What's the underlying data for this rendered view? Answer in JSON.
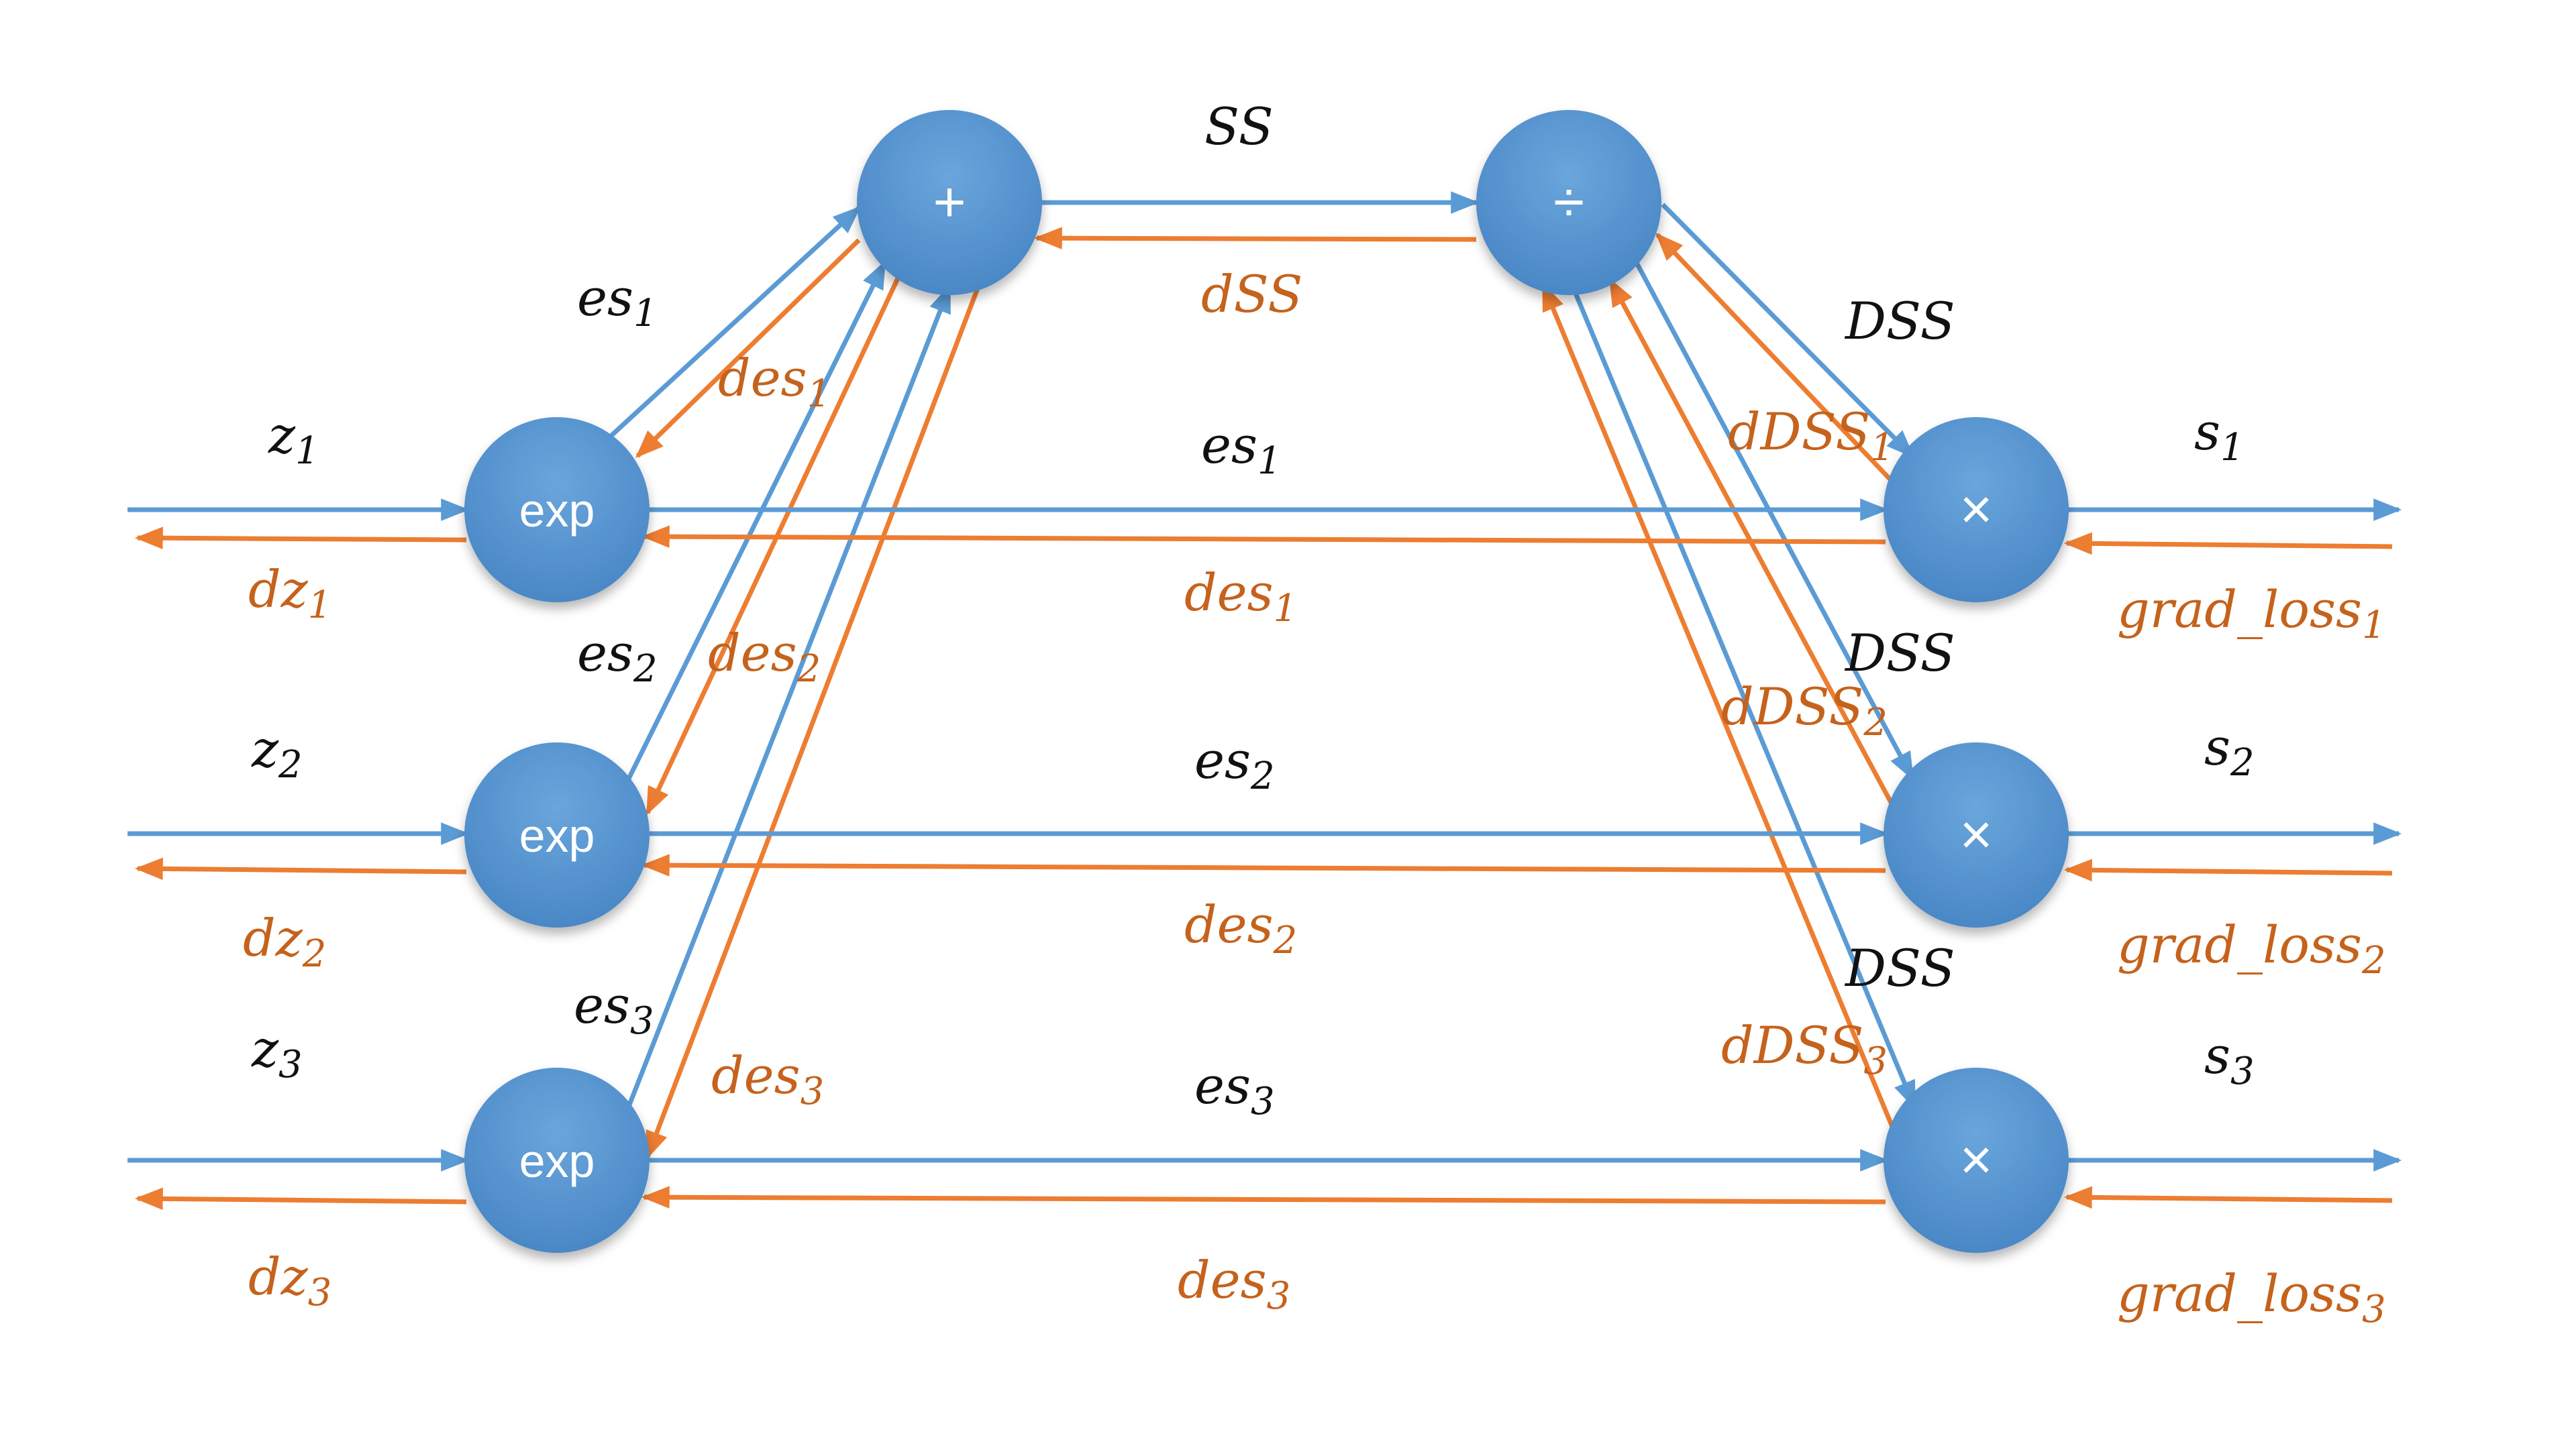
{
  "colors": {
    "forward": "#5b9bd5",
    "backward": "#ed7d31",
    "node_fill": "#5b9bd5",
    "forward_label": "#111111",
    "backward_label": "#c5621c"
  },
  "nodes": {
    "exp1": "exp",
    "exp2": "exp",
    "exp3": "exp",
    "sum": "+",
    "div": "÷",
    "mul1": "×",
    "mul2": "×",
    "mul3": "×"
  },
  "labels": {
    "z1": {
      "base": "z",
      "sub": "1"
    },
    "z2": {
      "base": "z",
      "sub": "2"
    },
    "z3": {
      "base": "z",
      "sub": "3"
    },
    "dz1": {
      "base": "dz",
      "sub": "1"
    },
    "dz2": {
      "base": "dz",
      "sub": "2"
    },
    "dz3": {
      "base": "dz",
      "sub": "3"
    },
    "es1_up": {
      "base": "es",
      "sub": "1"
    },
    "es2_up": {
      "base": "es",
      "sub": "2"
    },
    "es3_up": {
      "base": "es",
      "sub": "3"
    },
    "des1_up": {
      "base": "des",
      "sub": "1"
    },
    "des2_up": {
      "base": "des",
      "sub": "2"
    },
    "des3_up": {
      "base": "des",
      "sub": "3"
    },
    "es1_mid": {
      "base": "es",
      "sub": "1"
    },
    "es2_mid": {
      "base": "es",
      "sub": "2"
    },
    "es3_mid": {
      "base": "es",
      "sub": "3"
    },
    "des1_mid": {
      "base": "des",
      "sub": "1"
    },
    "des2_mid": {
      "base": "des",
      "sub": "2"
    },
    "des3_mid": {
      "base": "des",
      "sub": "3"
    },
    "ss": {
      "base": "SS",
      "sub": ""
    },
    "dss": {
      "base": "dSS",
      "sub": ""
    },
    "DSS1": {
      "base": "DSS",
      "sub": ""
    },
    "DSS2": {
      "base": "DSS",
      "sub": ""
    },
    "DSS3": {
      "base": "DSS",
      "sub": ""
    },
    "dDSS1": {
      "base": "dDSS",
      "sub": "1"
    },
    "dDSS2": {
      "base": "dDSS",
      "sub": "2"
    },
    "dDSS3": {
      "base": "dDSS",
      "sub": "3"
    },
    "s1": {
      "base": "s",
      "sub": "1"
    },
    "s2": {
      "base": "s",
      "sub": "2"
    },
    "s3": {
      "base": "s",
      "sub": "3"
    },
    "gl1": {
      "base": "grad_loss",
      "sub": "1"
    },
    "gl2": {
      "base": "grad_loss",
      "sub": "2"
    },
    "gl3": {
      "base": "grad_loss",
      "sub": "3"
    }
  }
}
